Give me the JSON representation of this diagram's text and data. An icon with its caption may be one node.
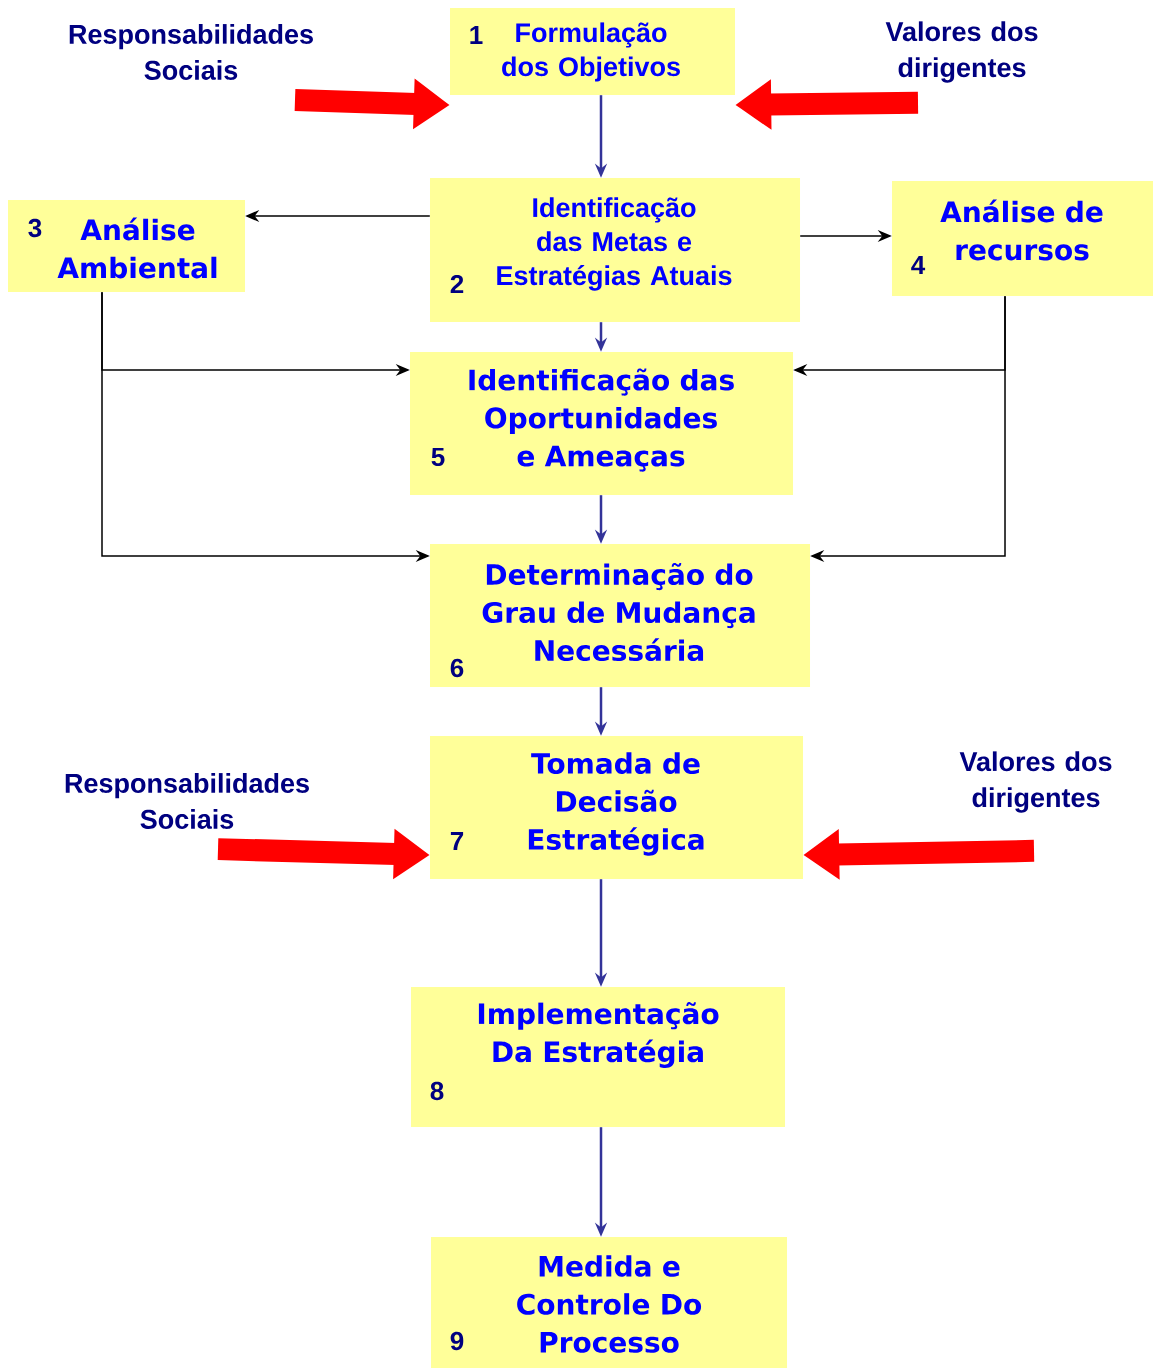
{
  "diagram": {
    "nodes": [
      {
        "text": [
          "1",
          "Formulação dos Objetivos"
        ]
      },
      {
        "text": [
          "2",
          "Identificação das Metas e Estratégias Atuais"
        ]
      },
      {
        "text": [
          "3",
          "Análise Ambiental"
        ]
      },
      {
        "text": [
          "Análise de recursos",
          "4"
        ]
      },
      {
        "text": [
          "5",
          "Identificação das Oportunidades e Ameaças"
        ]
      },
      {
        "text": [
          "Determinação do Grau de Mudança Necessária",
          "6"
        ]
      },
      {
        "text": [
          "7",
          "Tomada de Decisão Estratégica"
        ]
      },
      {
        "text": [
          "Implementação Da Estratégia",
          "8"
        ]
      },
      {
        "text": [
          "9",
          "Medida e Controle Do Processo"
        ]
      },
      {
        "text": [
          "Responsabilidades Sociais"
        ]
      },
      {
        "text": [
          "Valores dos dirigentes"
        ]
      },
      {
        "text": [
          "Responsabilidades Sociais"
        ]
      },
      {
        "text": [
          "Valores dos dirigentes"
        ]
      }
    ],
    "edges": [
      {
        "from": 0,
        "to": 1,
        "arrow": "to"
      },
      {
        "from": 1,
        "to": 4,
        "arrow": "to"
      },
      {
        "from": 4,
        "to": 5,
        "arrow": "to"
      },
      {
        "from": 5,
        "to": 6,
        "arrow": "to"
      },
      {
        "from": 6,
        "to": 7,
        "arrow": "to"
      },
      {
        "from": 7,
        "to": 8,
        "arrow": "to"
      },
      {
        "from": 1,
        "to": 2,
        "arrow": "to",
        "color": "#000000"
      },
      {
        "from": 1,
        "to": 3,
        "arrow": "to",
        "color": "#000000"
      },
      {
        "from": 2,
        "to": 4,
        "arrow": "to",
        "color": "#000000"
      },
      {
        "from": 2,
        "to": 5,
        "arrow": "to",
        "color": "#000000"
      },
      {
        "from": 3,
        "to": 4,
        "arrow": "to",
        "color": "#000000"
      },
      {
        "from": 3,
        "to": 5,
        "arrow": "to",
        "color": "#000000"
      },
      {
        "from": 9,
        "to": 0,
        "arrow": "to",
        "style": "thick",
        "color": "#ff0000"
      },
      {
        "from": 10,
        "to": 0,
        "arrow": "to",
        "style": "thick",
        "color": "#ff0000"
      },
      {
        "from": 11,
        "to": 6,
        "arrow": "to",
        "style": "thick",
        "color": "#ff0000"
      },
      {
        "from": 12,
        "to": 6,
        "arrow": "to",
        "style": "thick",
        "color": "#ff0000"
      }
    ]
  }
}
